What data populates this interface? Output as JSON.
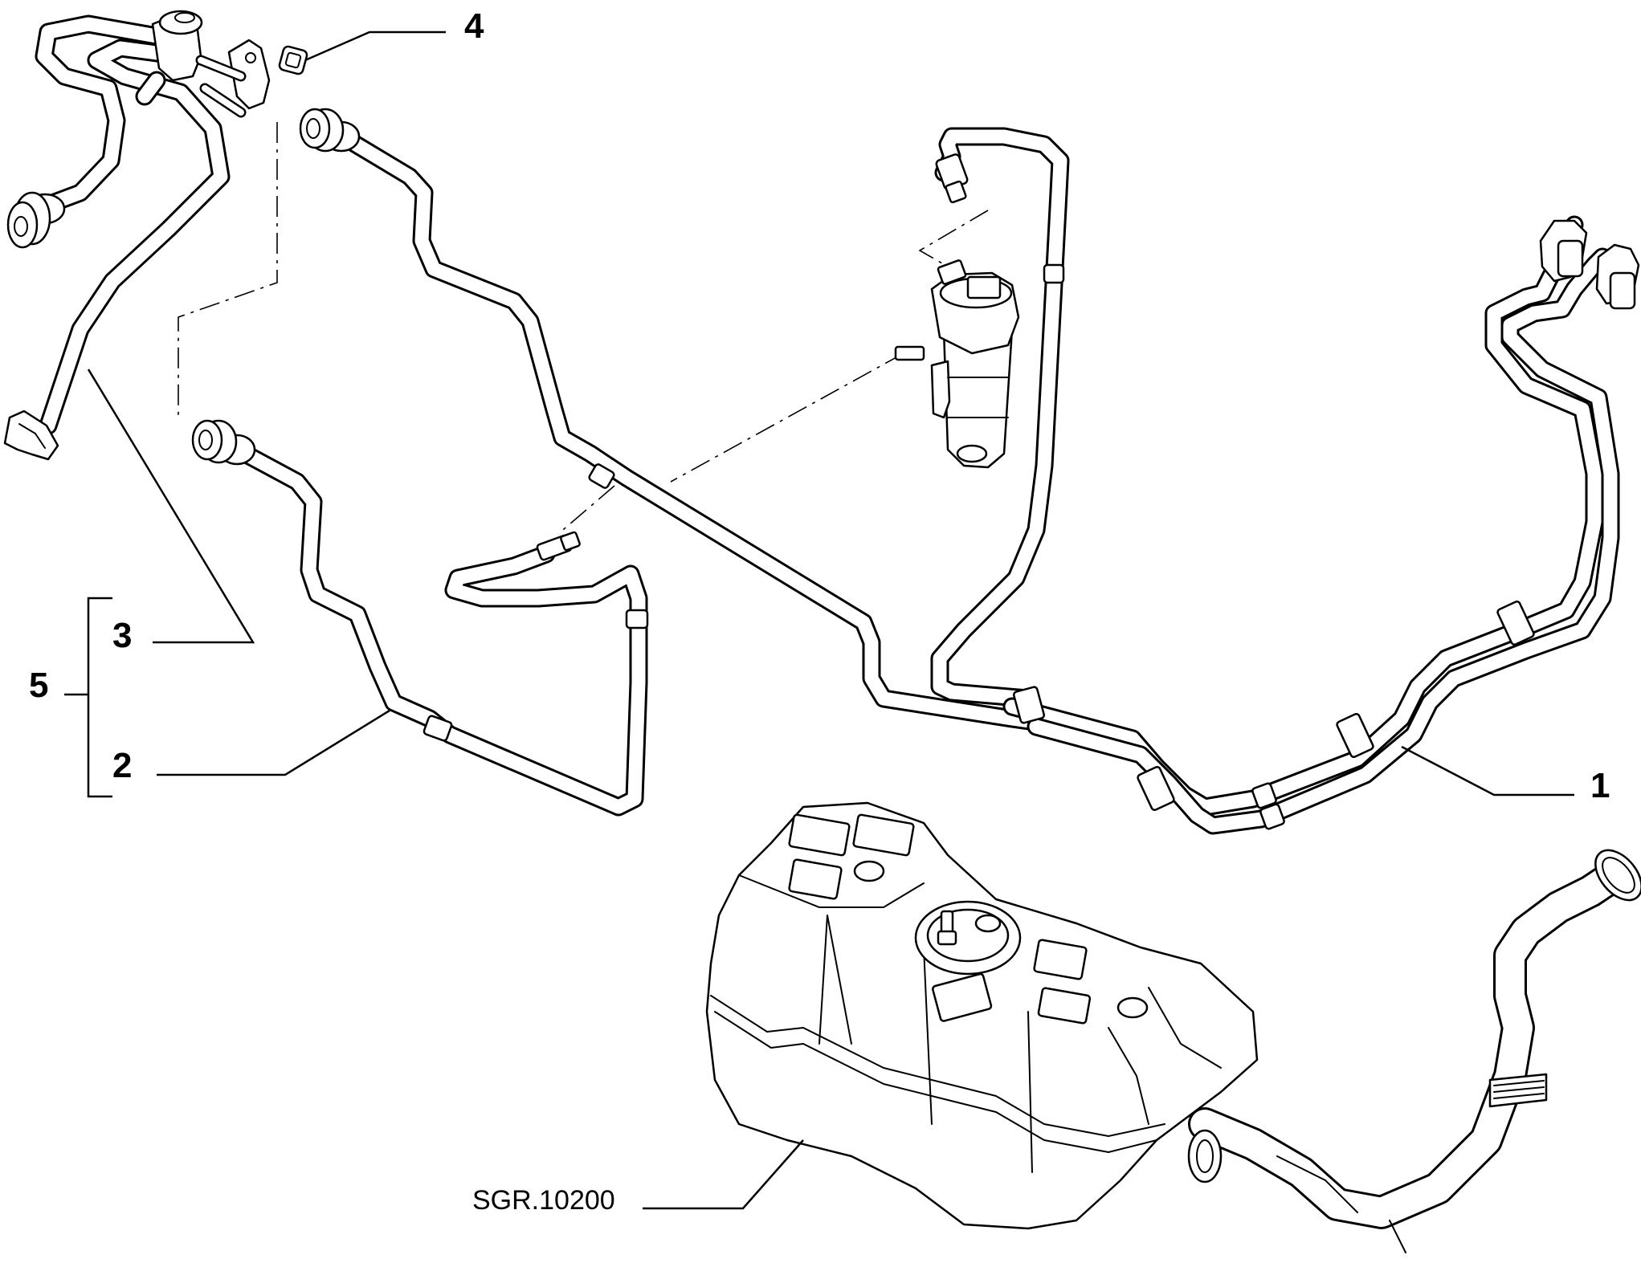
{
  "callouts": {
    "c1": "1",
    "c2": "2",
    "c3": "3",
    "c4": "4",
    "c5": "5"
  },
  "reference": "SGR.10200"
}
